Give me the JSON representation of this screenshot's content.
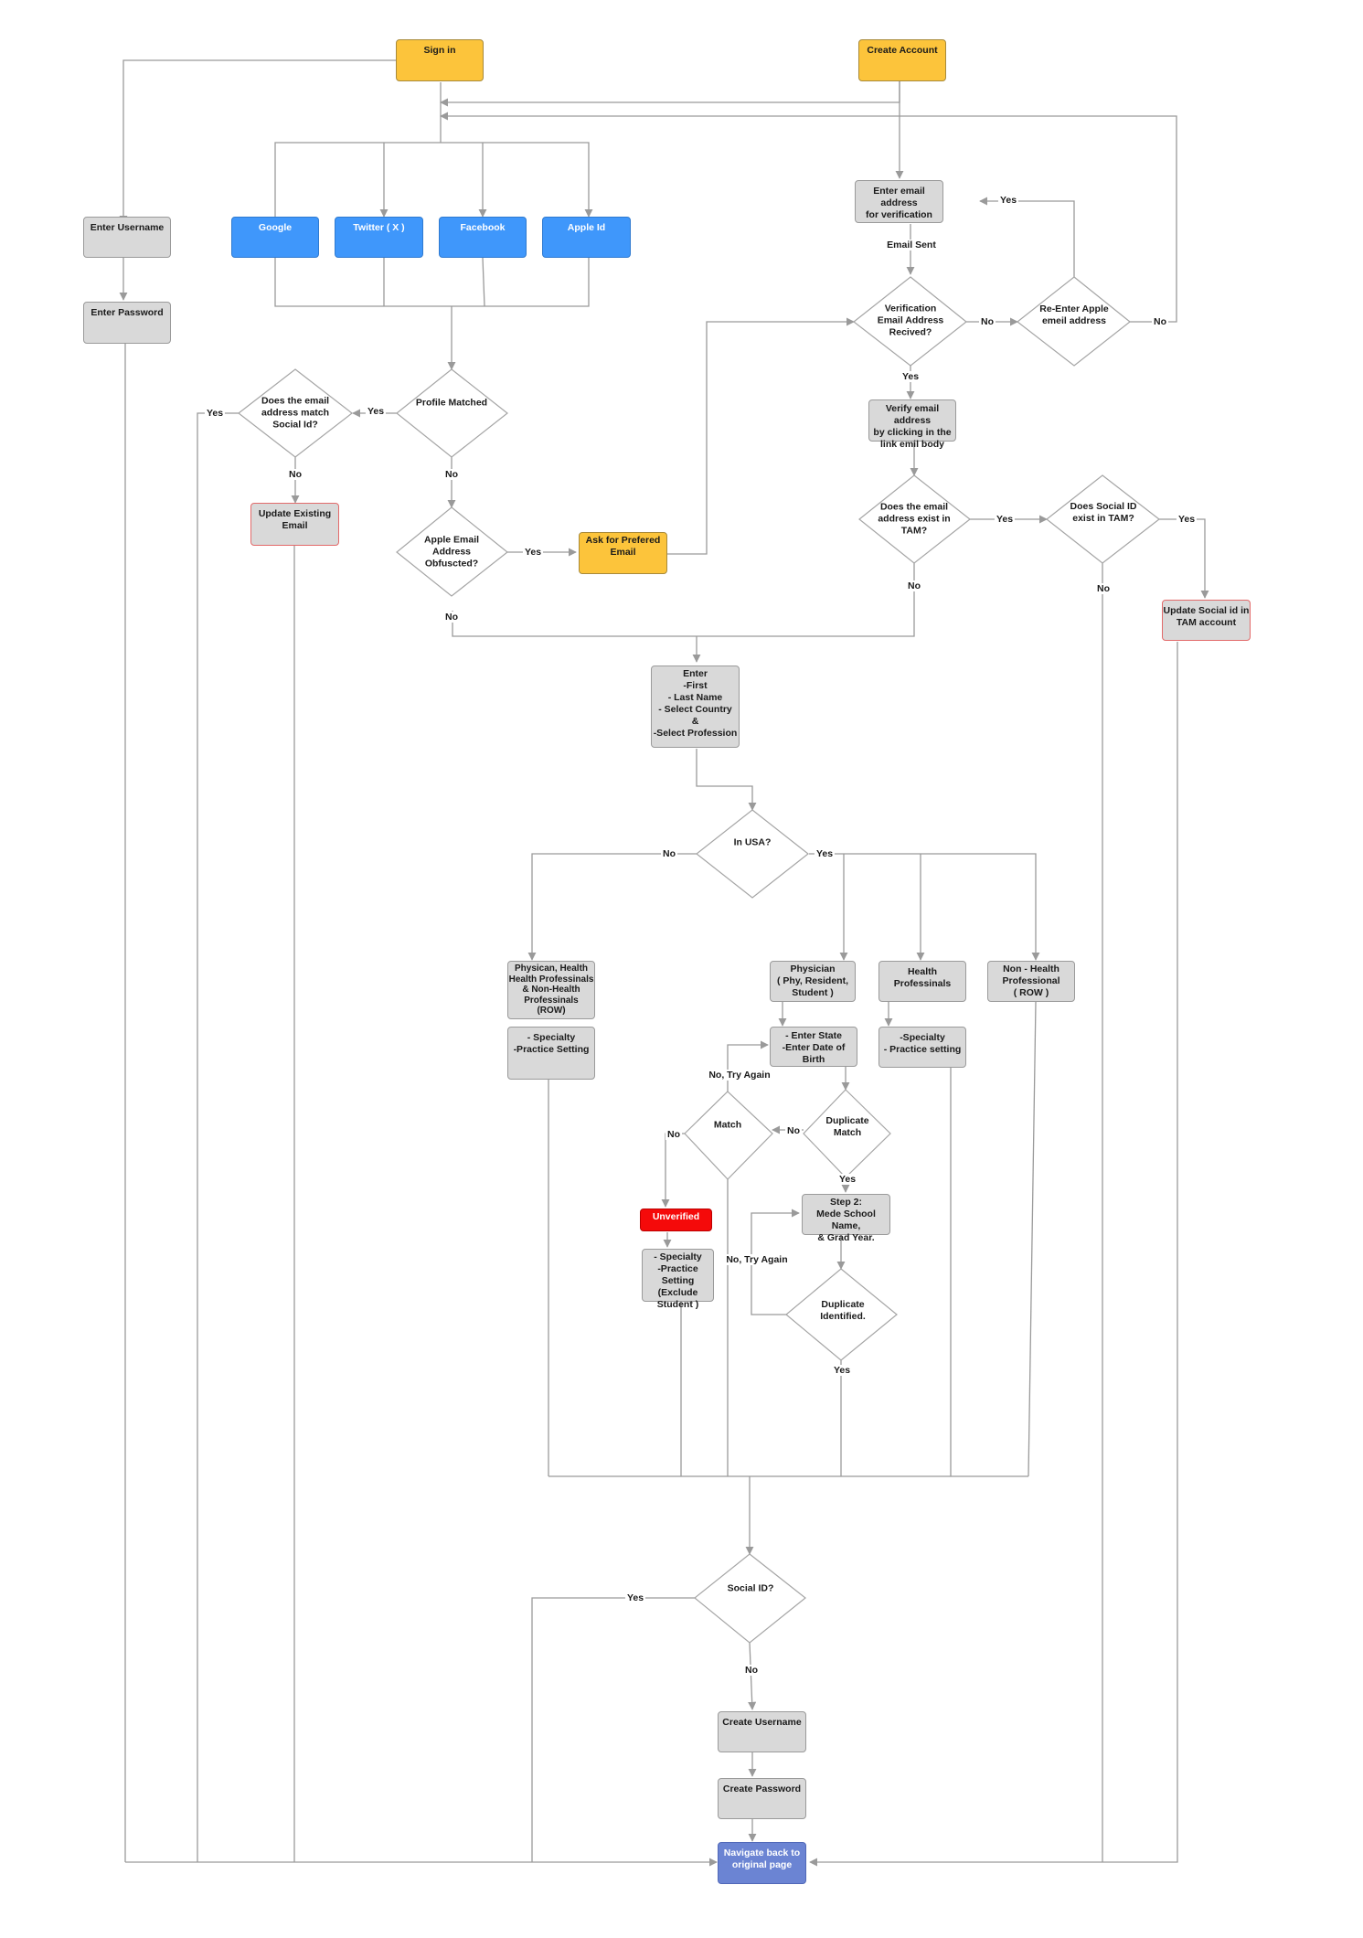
{
  "boxes": {
    "sign_in": "Sign in",
    "create_account": "Create Account",
    "enter_username": "Enter Username",
    "enter_password": "Enter Password",
    "google": "Google",
    "twitter": "Twitter ( X )",
    "facebook": "Facebook",
    "apple_id": "Apple Id",
    "enter_email": "Enter email address\nfor verification",
    "verify_email": "Verify email address\nby clicking in the\nlink emil body",
    "update_existing_email": "Update Existing\nEmail",
    "ask_preferred_email": "Ask for Prefered\nEmail",
    "update_social_id": "Update Social id in\nTAM account",
    "enter_details": "Enter\n-First\n- Last Name\n- Select Country\n&\n-Select Profession",
    "row_professionals": "Physican, Health\nHealth Professinals\n& Non-Health\nProfessinals\n(ROW)",
    "row_specialty": "- Specialty\n-Practice Setting",
    "physician": "Physician\n( Phy,  Resident,\nStudent )",
    "health_professionals": "Health Professinals",
    "non_health_professional": "Non - Health\nProfessional\n( ROW )",
    "enter_state_dob": "- Enter State\n-Enter Date of Birth",
    "hp_specialty": "-Specialty\n- Practice setting",
    "unverified": "Unverified",
    "unverified_specialty": "- Specialty\n-Practice Setting\n(Exclude\nStudent )",
    "step2": "Step 2:\nMede School Name,\n& Grad Year.",
    "create_username": "Create Username",
    "create_password": "Create Password",
    "navigate_back": "Navigate back to\noriginal page"
  },
  "decisions": {
    "verification_received": "Verification\nEmail Address\nRecived?",
    "reenter_apple_email": "Re-Enter Apple\nemeil address",
    "email_match_social": "Does the email\naddress  match\nSocial Id?",
    "profile_matched": "Profile Matched",
    "apple_obfuscated": "Apple Email\nAddress\nObfuscted?",
    "email_exist_tam": "Does the email\naddress  exist in\nTAM?",
    "social_id_exist_tam": "Does Social ID\nexist in TAM?",
    "in_usa": "In USA?",
    "duplicate_match": "Duplicate\nMatch",
    "match": "Match",
    "duplicate_identified": "Duplicate\nIdentified.",
    "social_id": "Social ID?"
  },
  "edge_labels": {
    "email_sent": "Email Sent",
    "yes_reenter": "Yes",
    "no_verification": "No",
    "no_reenter": "No",
    "yes_verification": "Yes",
    "yes_email_match": "Yes",
    "yes_profile": "Yes",
    "no_email_match": "No",
    "no_profile": "No",
    "yes_apple": "Yes",
    "no_apple": "No",
    "yes_email_tam": "Yes",
    "yes_social_tam": "Yes",
    "no_email_tam": "No",
    "no_social_tam": "No",
    "no_usa": "No",
    "yes_usa": "Yes",
    "no_try_again_1": "No, Try Again",
    "no_match": "No",
    "no_duplicate": "No",
    "yes_duplicate": "Yes",
    "no_try_again_2": "No, Try Again",
    "yes_identified": "Yes",
    "yes_social": "Yes",
    "no_social": "No"
  },
  "colors": {
    "yellow": "#fcc43b",
    "grey": "#d9d9d9",
    "blue": "#3f97fb",
    "red": "#f50a0a",
    "purple": "#6b84d3",
    "line": "#9a9a9a"
  }
}
